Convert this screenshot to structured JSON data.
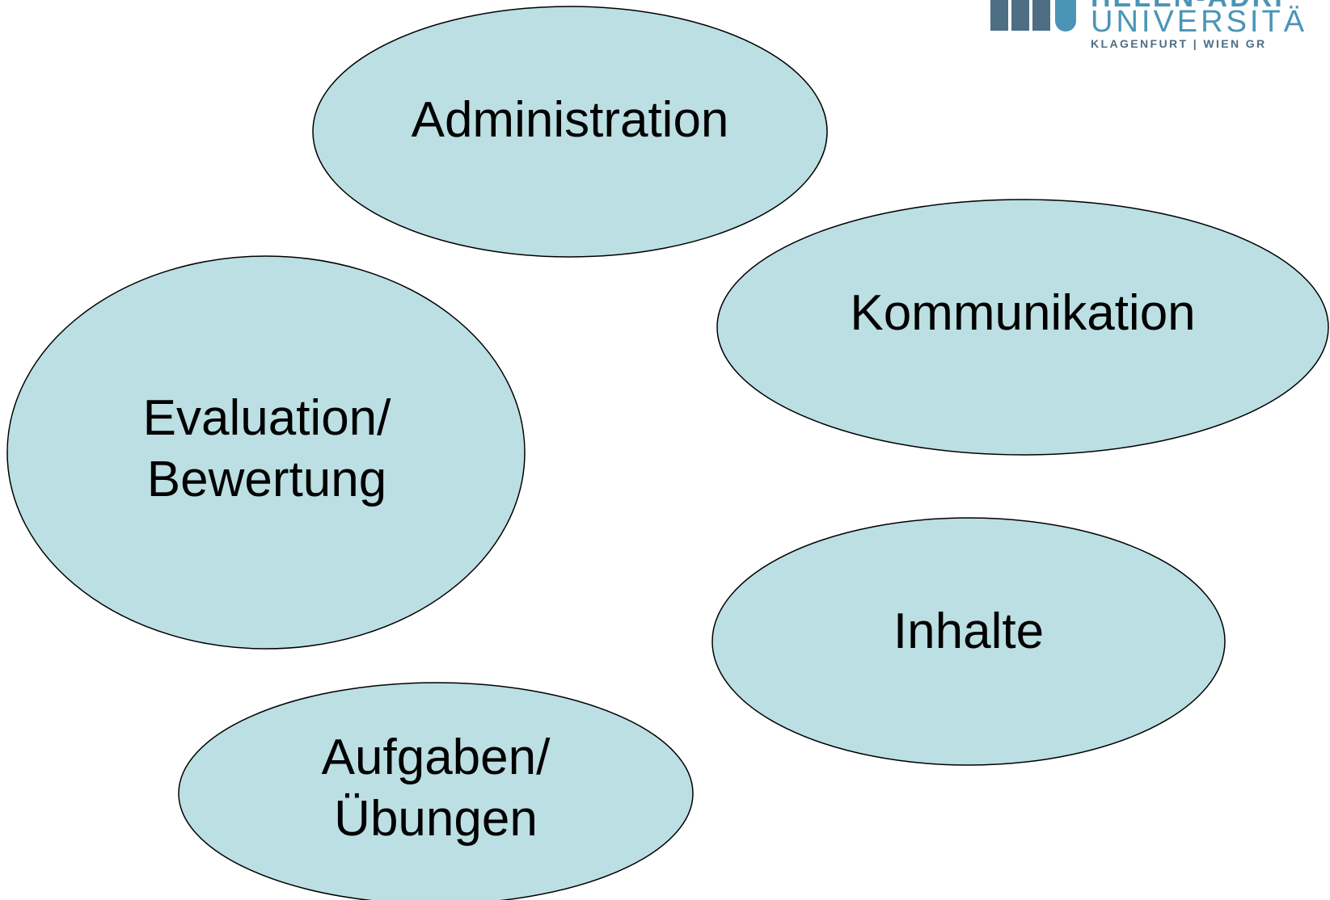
{
  "bubbles": [
    {
      "id": "administration",
      "lines": [
        "Administration"
      ]
    },
    {
      "id": "kommunikation",
      "lines": [
        "Kommunikation"
      ]
    },
    {
      "id": "evaluation",
      "lines": [
        "Evaluation/",
        "Bewertung"
      ]
    },
    {
      "id": "inhalte",
      "lines": [
        "Inhalte"
      ]
    },
    {
      "id": "aufgaben",
      "lines": [
        "Aufgaben/",
        "Übungen"
      ]
    }
  ],
  "style": {
    "bubble_fill": "#bbdfe3",
    "bubble_stroke": "#000000",
    "logo_color": "#4a95b6"
  },
  "logo": {
    "line1": "HELEN-ADRI",
    "line2": "UNIVERSITÄ",
    "line3": "KLAGENFURT | WIEN GR"
  }
}
